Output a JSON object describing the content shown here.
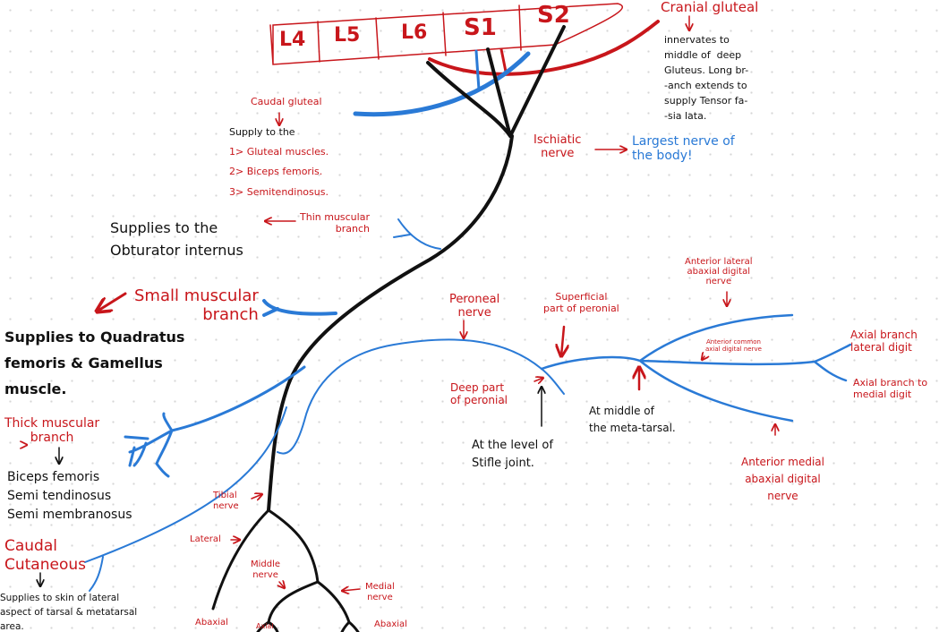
{
  "vertebrae": [
    "L4",
    "L5",
    "L6",
    "S1",
    "S2"
  ],
  "cranial_gluteal": {
    "label": "Cranial gluteal",
    "note": "innervates to\nmiddle of  deep\nGluteus. Long br-\n-anch extends to\nsupply Tensor fa-\n-sia lata."
  },
  "caudal_gluteal": {
    "label": "Caudal gluteal",
    "intro": "Supply to the",
    "items": [
      "1> Gluteal muscles.",
      "2> Biceps femoris.",
      "3> Semitendinosus."
    ]
  },
  "ischiatic": {
    "label": "Ischiatic\nnerve",
    "note": "Largest nerve of\nthe body!"
  },
  "thin_muscular": {
    "label": "Thin muscular\nbranch",
    "note": "Supplies to the\nObturator internus"
  },
  "small_muscular": {
    "label": "Small muscular\nbranch",
    "note": "Supplies to Quadratus\nfemoris & Gamellus\nmuscle."
  },
  "thick_muscular": {
    "label": "Thick muscular\nbranch",
    "note": "Biceps femoris\nSemi tendinosus\nSemi membranosus"
  },
  "caudal_cutaneous": {
    "label": "Caudal\nCutaneous",
    "note": "Supplies to skin of lateral\naspect of tarsal & metatarsal\narea."
  },
  "tibial": {
    "label": "Tibial\nnerve",
    "lateral": "Lateral",
    "middle": "Middle\nnerve",
    "medial": "Medial\nnerve",
    "abaxial_left": "Abaxial",
    "axial": "Axial",
    "abaxial_right": "Abaxial"
  },
  "peroneal": {
    "label": "Peroneal\nnerve",
    "superficial": "Superficial\npart of peronial",
    "deep": "Deep part\nof peronial",
    "stifle": "At the level of\nStifle joint.",
    "metatarsal": "At middle of\nthe meta-tarsal.",
    "ant_lat_abaxial": "Anterior lateral\nabaxial digital\nnerve",
    "ant_common_axial": "Anterior common\naxial digital nerve",
    "axial_lateral": "Axial branch\nlateral digit",
    "axial_medial": "Axial branch to\nmedial digit",
    "ant_med_abaxial": "Anterior medial\nabaxial digital\nnerve"
  },
  "colors": {
    "red": "#c8161b",
    "blue": "#2a7ad6",
    "black": "#111111"
  }
}
